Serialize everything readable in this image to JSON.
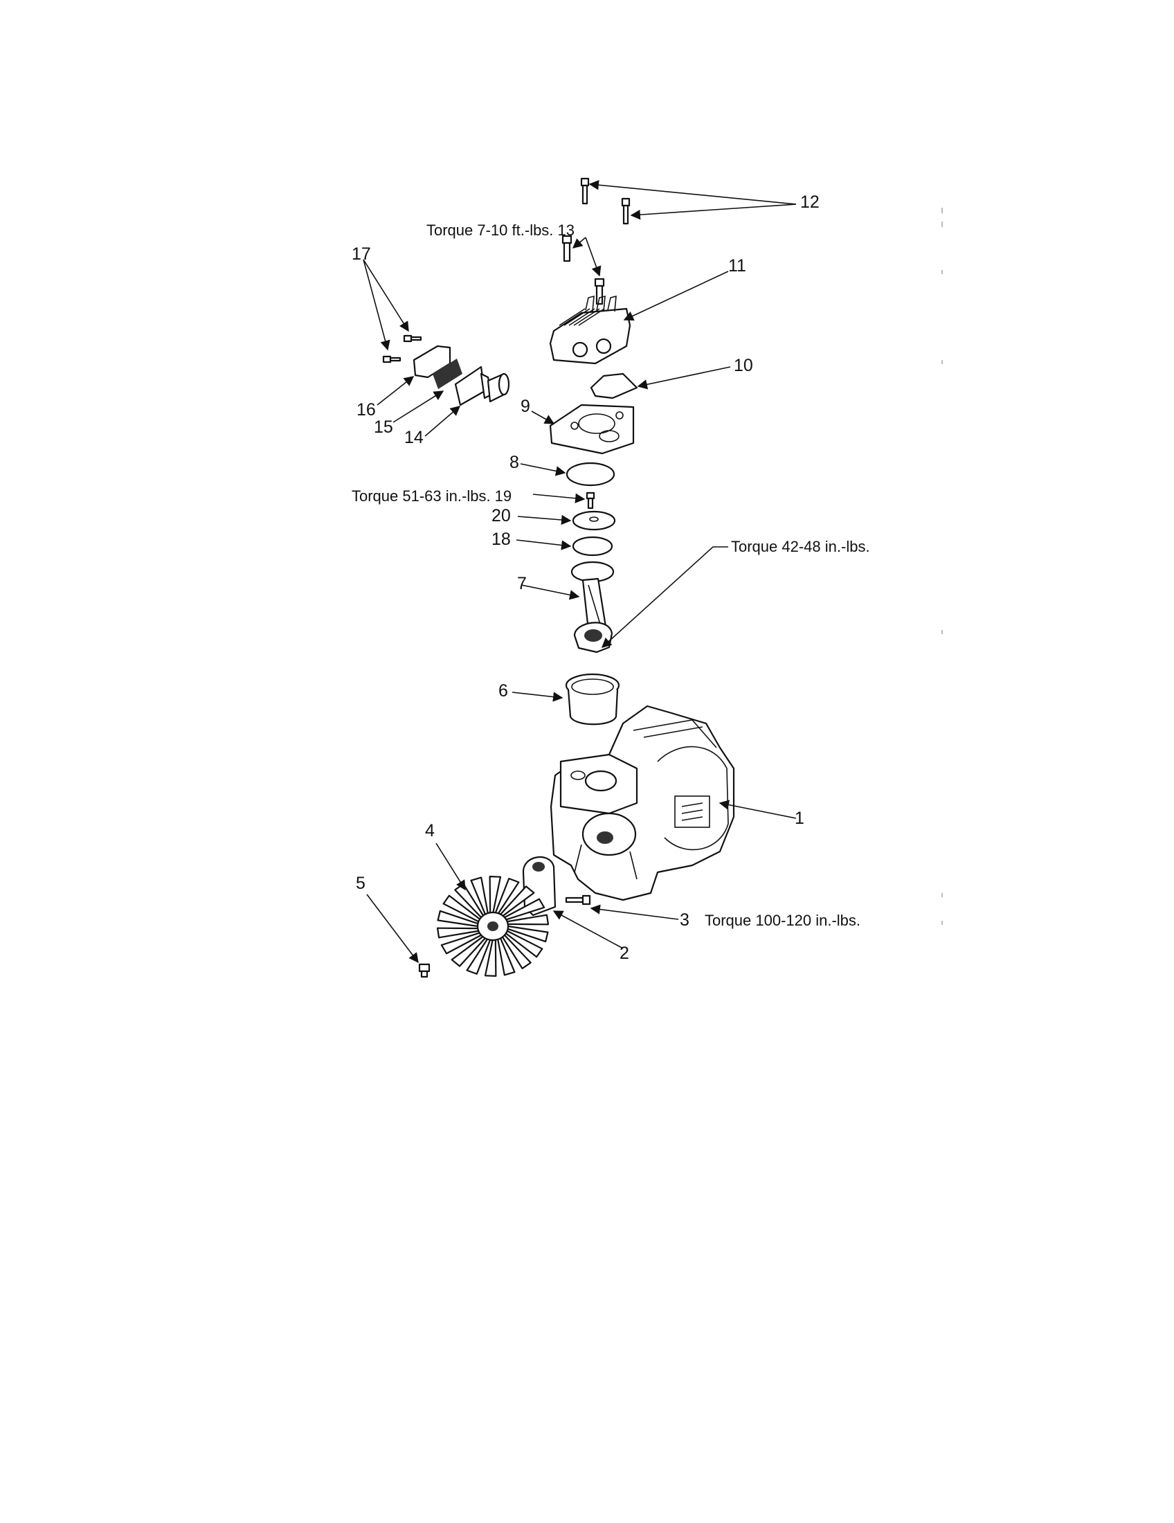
{
  "callouts": {
    "c1": "1",
    "c2": "2",
    "c3": "3",
    "c4": "4",
    "c5": "5",
    "c6": "6",
    "c7": "7",
    "c8": "8",
    "c9": "9",
    "c10": "10",
    "c11": "11",
    "c12": "12",
    "c14": "14",
    "c15": "15",
    "c16": "16",
    "c17": "17",
    "c18": "18",
    "c20": "20"
  },
  "torque": {
    "t13": "Torque  7-10 ft.-lbs. 13",
    "t19": "Torque  51-63 in.-lbs. 19",
    "t_rod": "Torque  42-48 in.-lbs.",
    "t3": "Torque 100-120 in.-lbs."
  }
}
